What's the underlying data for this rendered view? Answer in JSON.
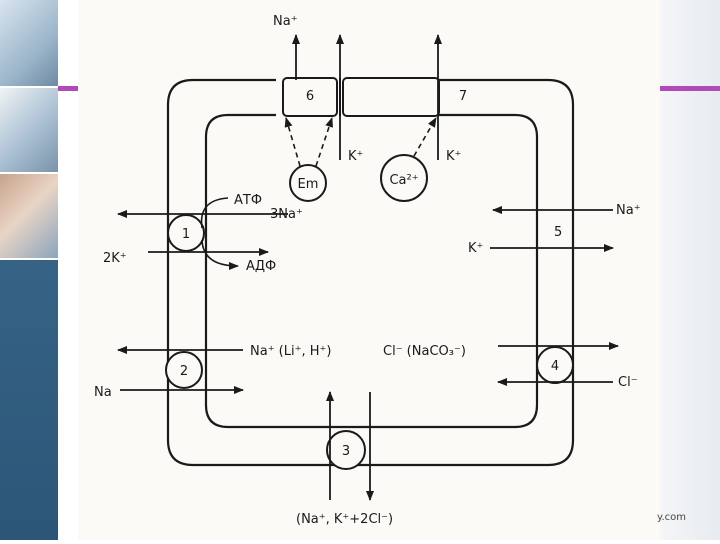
{
  "labels": {
    "na_top": "Na⁺",
    "k_top": "K⁺",
    "channel6": "6",
    "channel7": "7",
    "em": "Em",
    "ca": "Ca²⁺",
    "atf": "АТФ",
    "three_na": "3Na⁺",
    "pump1": "1",
    "two_k": "2K⁺",
    "adf": "АДФ",
    "na_right": "Na⁺",
    "transporter5": "5",
    "k_right": "K⁺",
    "antiport_na": "Na⁺ (Li⁺, H⁺)",
    "antiport_cl": "Cl⁻ (NaCO₃⁻)",
    "transporter2": "2",
    "na_left": "Na",
    "transporter4": "4",
    "cl_right": "Cl⁻",
    "transporter3": "3",
    "cotransport": "(Na⁺, K⁺+2Cl⁻)"
  },
  "footer": {
    "site_fragment": "y.com"
  },
  "colors": {
    "accent": "#b04ab8",
    "strip": "#2c5678",
    "ink": "#1a1a1a"
  }
}
